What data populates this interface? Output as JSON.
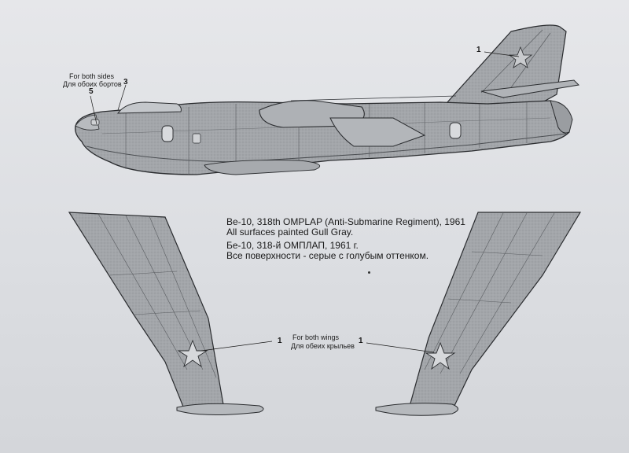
{
  "side_view": {
    "note_en": "For both sides",
    "note_ru": "Для обоих бортов",
    "callout_3": "3",
    "callout_5": "5",
    "callout_1": "1"
  },
  "caption": {
    "en_line1": "Be-10, 318th OMPLAP (Anti-Submarine Regiment), 1961",
    "en_line2": "All surfaces painted Gull Gray.",
    "ru_line1": "Бе-10, 318-й ОМПЛАП, 1961 г.",
    "ru_line2": "Все поверхности - серые с голубым оттенком."
  },
  "wings": {
    "note_en": "For both wings",
    "note_ru": "Для обеих крыльев",
    "callout_left": "1",
    "callout_right": "1"
  },
  "colors": {
    "paper": "#e2e3e6",
    "aircraft_gray": "#9ea1a5",
    "panel_line": "#5a5d61",
    "outline": "#2a2c2f"
  }
}
